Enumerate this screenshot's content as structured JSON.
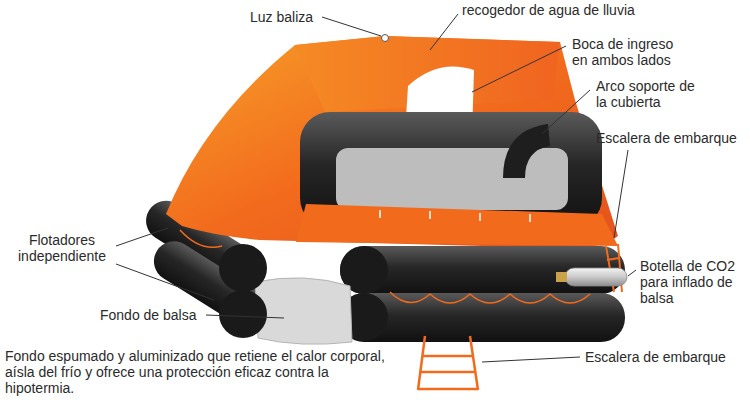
{
  "diagram": {
    "labels": [
      "Luz baliza",
      "recogedor de agua de lluvia",
      "Boca de ingreso en ambos lados",
      "Arco soporte de la cubierta",
      "Escalera de embarque",
      "Botella de CO2 para inflado de balsa",
      "Escalera de embarque",
      "Flotadores independiente",
      "Fondo de balsa",
      "Fondo espumado y aluminizado que retiene el calor corporal, aísla del frío y ofrece una protección eficaz contra la hipotermia."
    ]
  }
}
